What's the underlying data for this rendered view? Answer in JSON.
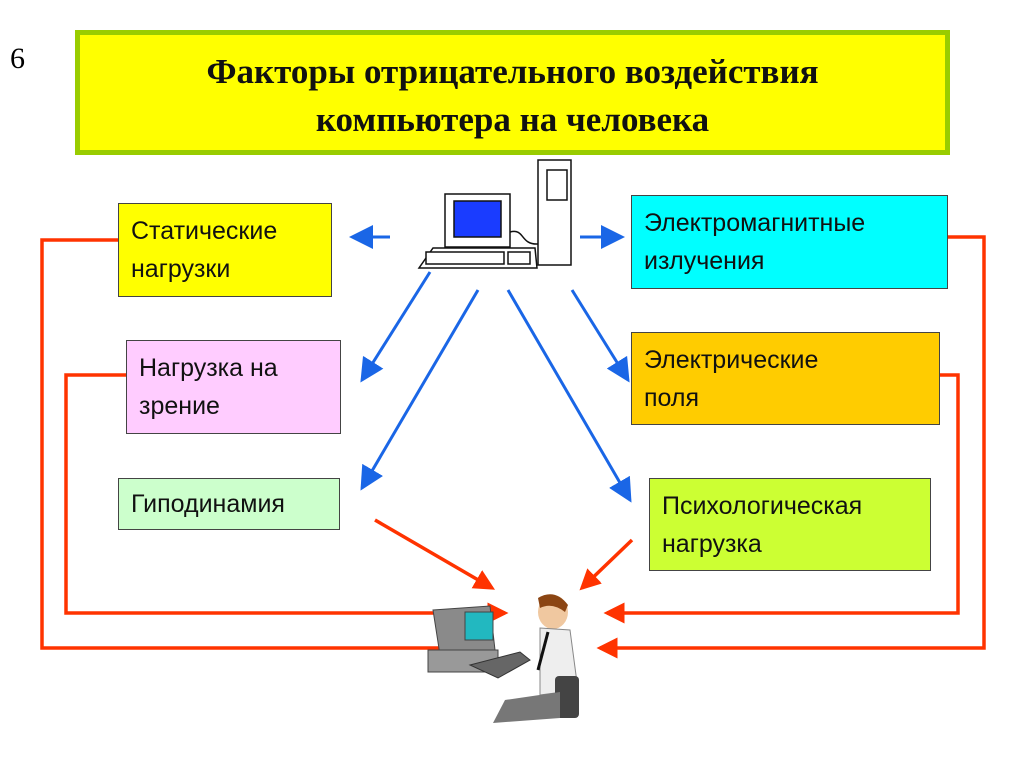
{
  "slide_number": "6",
  "title_line1": "Факторы отрицательного воздействия",
  "title_line2": "компьютера на человека",
  "factors": {
    "static": {
      "line1": "Статические",
      "line2": "нагрузки",
      "color": "#ffff00"
    },
    "vision": {
      "line1": "Нагрузка на",
      "line2": "зрение",
      "color": "#ffccff"
    },
    "hypodynamia": {
      "line1": "Гиподинамия",
      "color": "#ccffcc"
    },
    "em": {
      "line1": "Электромагнитные",
      "line2": "излучения",
      "color": "#00ffff"
    },
    "electric": {
      "line1": "Электрические",
      "line2": "поля",
      "color": "#ffcc00"
    },
    "psych": {
      "line1": "Психологическая",
      "line2": "нагрузка",
      "color": "#ccff33"
    }
  },
  "colors": {
    "blue_arrow": "#1a66e6",
    "red_arrow": "#ff3300"
  }
}
